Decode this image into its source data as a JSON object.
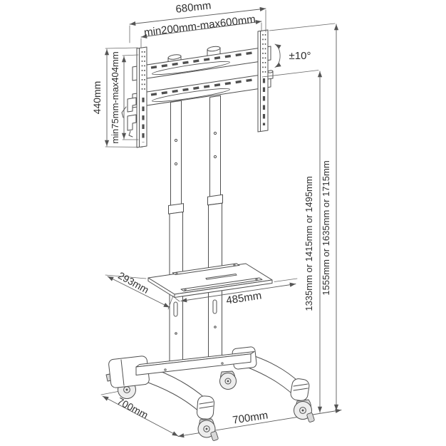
{
  "diagram": {
    "kind": "technical-dimension-drawing",
    "subject": "mobile TV cart / trolley stand with tilting bracket, shelf and casters",
    "units": "mm",
    "colors": {
      "background": "#ffffff",
      "line_art": "#4f4f4f",
      "dimension_lines": "#5b5b5b",
      "text": "#2e2e2e"
    },
    "dimensions": {
      "top_width": "680mm",
      "vesa_width_range": "min200mm-max600mm",
      "bracket_height": "440mm",
      "vesa_height_range": "min75mm-max404mm",
      "tilt_angle": "±10°",
      "shelf_depth": "293mm",
      "shelf_width": "485mm",
      "screen_center_height_options": "1335mm or 1415mm or 1495mm",
      "total_height_options": "1555mm or 1635mm or 1715mm",
      "base_depth": "700mm",
      "base_width": "700mm"
    }
  }
}
